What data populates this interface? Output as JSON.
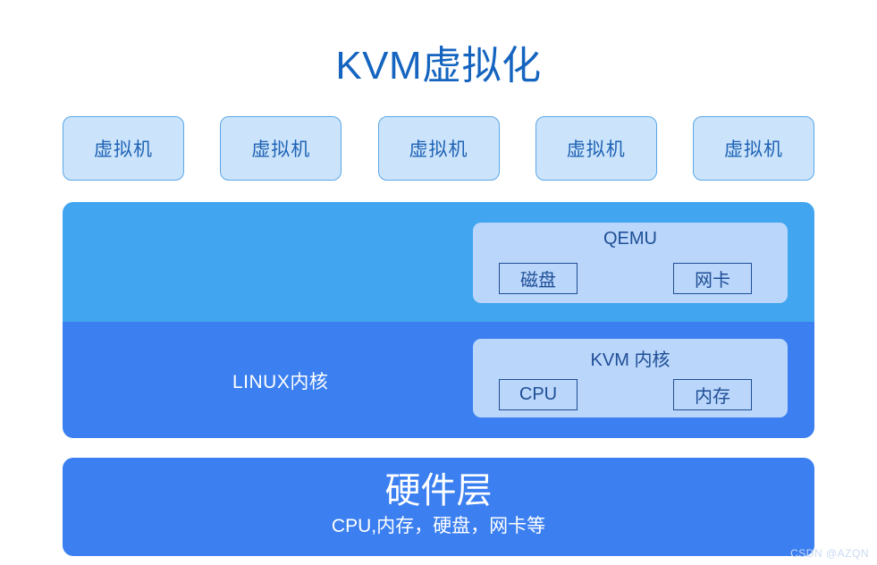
{
  "title": "KVM虚拟化",
  "colors": {
    "title_blue": "#1565c0",
    "vm_fill": "#cce4fb",
    "vm_border": "#5aa6e8",
    "qemu_band": "#41a5f0",
    "kernel_band": "#3b7ff0",
    "panel_fill": "#bad6fa",
    "chip_border": "#1f4e96",
    "hardware_band": "#3b7ff0",
    "white_text": "#ffffff"
  },
  "vm_row": {
    "items": [
      {
        "label": "虚拟机"
      },
      {
        "label": "虚拟机"
      },
      {
        "label": "虚拟机"
      },
      {
        "label": "虚拟机"
      },
      {
        "label": "虚拟机"
      }
    ]
  },
  "qemu": {
    "title": "QEMU",
    "chips": [
      {
        "label": "磁盘"
      },
      {
        "label": "网卡"
      }
    ]
  },
  "kernel": {
    "band_label": "LINUX内核",
    "panel_title": "KVM 内核",
    "chips": [
      {
        "label": "CPU"
      },
      {
        "label": "内存"
      }
    ]
  },
  "hardware": {
    "title": "硬件层",
    "subtitle": "CPU,内存，硬盘，网卡等"
  },
  "watermark": "CSDN @AZQN"
}
